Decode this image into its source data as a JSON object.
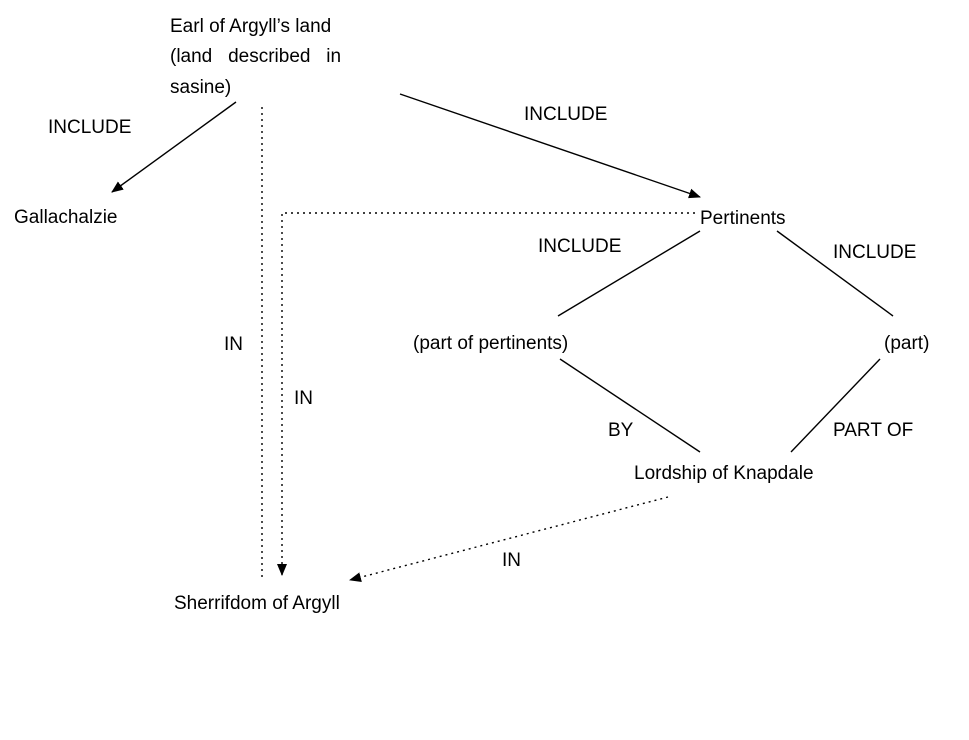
{
  "diagram": {
    "nodes": {
      "earl": {
        "label": "Earl of Argyll’s land\n(land   described   in\nsasine)"
      },
      "gallachalzie": {
        "label": "Gallachalzie"
      },
      "pertinents": {
        "label": "Pertinents"
      },
      "part_of_pertinents": {
        "label": "(part of pertinents)"
      },
      "part": {
        "label": "(part)"
      },
      "knapdale": {
        "label": "Lordship of Knapdale"
      },
      "sherrifdom": {
        "label": "Sherrifdom of Argyll"
      }
    },
    "edge_labels": {
      "include_gallachalzie": "INCLUDE",
      "include_pertinents": "INCLUDE",
      "include_part_of_pertinents": "INCLUDE",
      "include_part": "INCLUDE",
      "in_left": "IN",
      "in_mid": "IN",
      "by": "BY",
      "part_of": "PART OF",
      "in_bottom": "IN"
    },
    "line_color": "#000000"
  }
}
